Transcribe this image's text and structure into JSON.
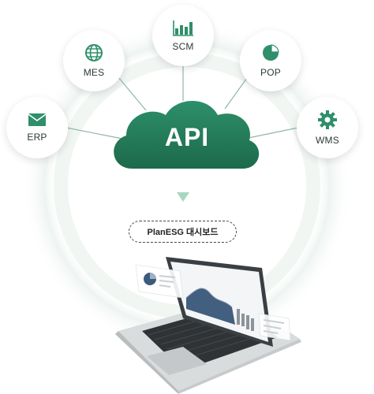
{
  "center": {
    "label": "API"
  },
  "nodes": {
    "erp": {
      "label": "ERP",
      "icon": "envelope-icon"
    },
    "mes": {
      "label": "MES",
      "icon": "globe-icon"
    },
    "scm": {
      "label": "SCM",
      "icon": "bar-chart-icon"
    },
    "pop": {
      "label": "POP",
      "icon": "pie-chart-icon"
    },
    "wms": {
      "label": "WMS",
      "icon": "gear-icon"
    }
  },
  "dashboard": {
    "label": "PlanESG 대시보드"
  },
  "colors": {
    "accent": "#2e8f6a",
    "accent_dark": "#1f6e4f",
    "ring": "#eef4f1",
    "arrow": "#a9d6c2"
  }
}
